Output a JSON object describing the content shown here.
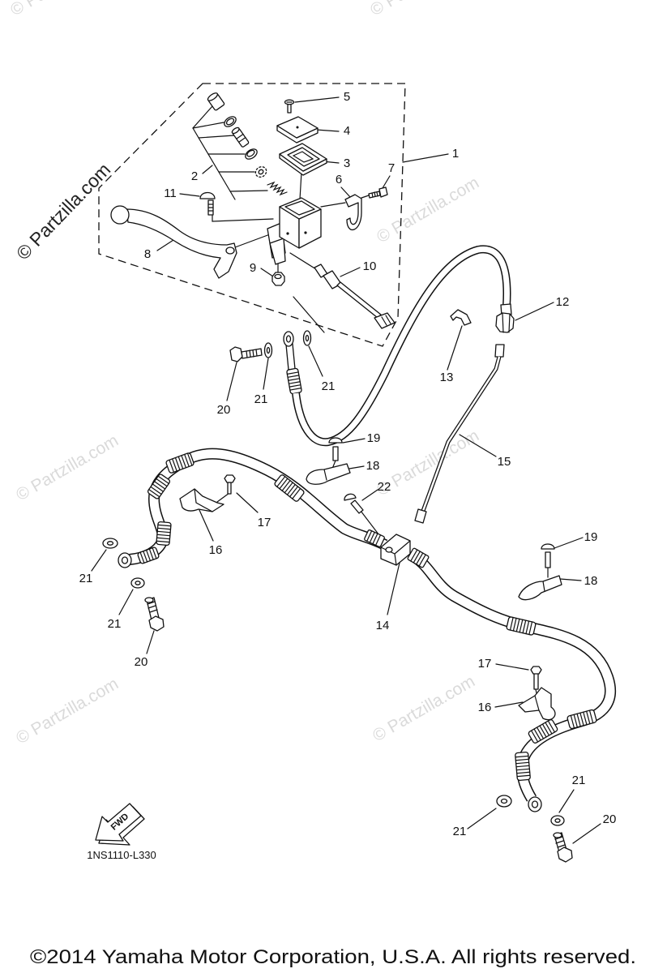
{
  "watermarks": {
    "main": "© Partzilla.com",
    "faint": [
      "© Partzilla.com",
      "© Partzilla.com",
      "© Partzilla.com",
      "© Partzilla.com",
      "© Partzilla.com",
      "© Partzilla.com",
      "© Partzilla.com"
    ]
  },
  "callouts": [
    "5",
    "4",
    "3",
    "1",
    "7",
    "6",
    "2",
    "11",
    "8",
    "9",
    "10",
    "12",
    "13",
    "20",
    "21",
    "21",
    "19",
    "18",
    "15",
    "22",
    "17",
    "16",
    "21",
    "21",
    "20",
    "14",
    "19",
    "18",
    "17",
    "16",
    "21",
    "21",
    "20"
  ],
  "fwd_label": "FWD",
  "diagram_code": "1NS1110-L330",
  "copyright": "©2014 Yamaha Motor Corporation, U.S.A. All rights reserved."
}
